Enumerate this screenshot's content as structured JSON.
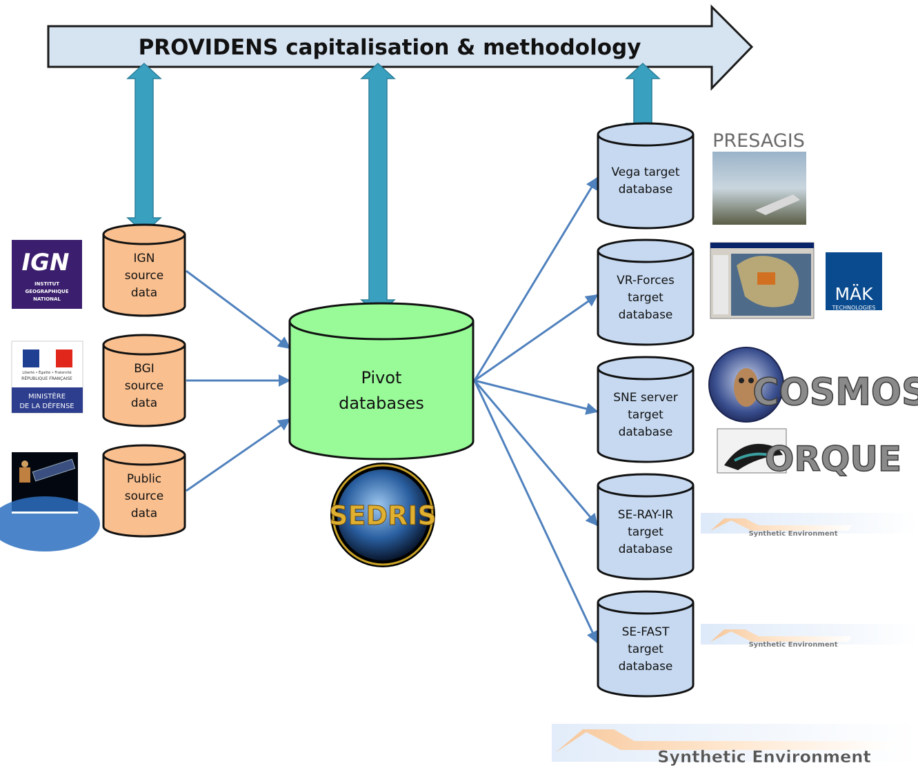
{
  "banner": {
    "title": "PROVIDENS capitalisation & methodology"
  },
  "sources": [
    {
      "lines": [
        "IGN",
        "source",
        "data"
      ]
    },
    {
      "lines": [
        "BGI",
        "source",
        "data"
      ]
    },
    {
      "lines": [
        "Public",
        "source",
        "data"
      ]
    }
  ],
  "pivot": {
    "lines": [
      "Pivot",
      "databases"
    ]
  },
  "targets": [
    {
      "lines": [
        "Vega target",
        "database"
      ]
    },
    {
      "lines": [
        "VR-Forces",
        "target",
        "database"
      ]
    },
    {
      "lines": [
        "SNE server",
        "target",
        "database"
      ]
    },
    {
      "lines": [
        "SE-RAY-IR",
        "target",
        "database"
      ]
    },
    {
      "lines": [
        "SE-FAST",
        "target",
        "database"
      ]
    }
  ],
  "logos": {
    "ign": {
      "big": "IGN",
      "sub": [
        "INSTITUT",
        "GEOGRAPHIQUE",
        "NATIONAL"
      ]
    },
    "defense": {
      "sub": [
        "Liberté • Égalité • Fraternité",
        "RÉPUBLIQUE FRANÇAISE"
      ],
      "name": [
        "MINISTÈRE",
        "DE LA DÉFENSE"
      ]
    },
    "presagis": "PRESAGIS",
    "mak": {
      "name": "MÄK",
      "sub": "TECHNOLOGIES"
    },
    "cosmos": "COSMOS",
    "orque": "ORQUE",
    "oktal_small": "Synthetic Environment",
    "sedris": "SEDRIS",
    "oktal_big": "Synthetic Environment"
  },
  "colors": {
    "banner_fill": "#d6e3f1",
    "source_fill": "#f9bf8f",
    "pivot_fill": "#98fb98",
    "target_fill": "#c6d9f1",
    "arrow_blue": "#4f81bd",
    "double_arrow": "#3aa0c0"
  }
}
